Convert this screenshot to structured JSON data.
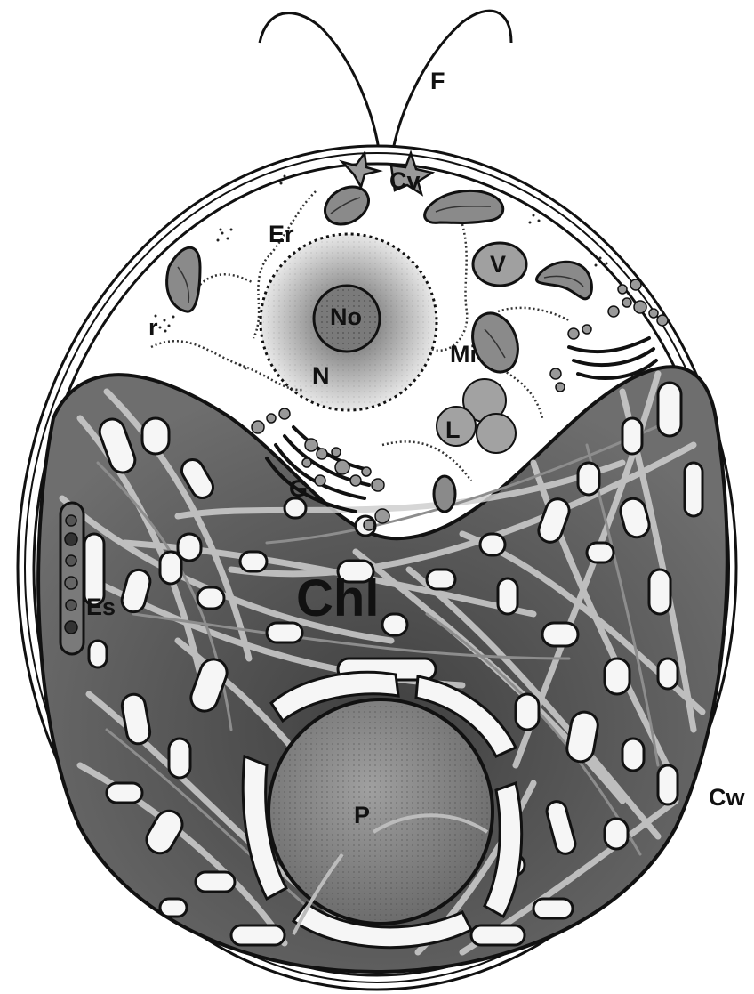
{
  "labels": {
    "flagella": "F",
    "contractile_vacuole": "Cv",
    "endoplasmic_reticulum": "Er",
    "vacuole": "V",
    "nucleolus": "No",
    "nucleus": "N",
    "ribosomes": "r",
    "mitochondria": "Mi",
    "lipid": "L",
    "golgi": "G",
    "chloroplast": "Chl",
    "eyespot": "Es",
    "pyrenoid": "P",
    "cell_wall": "Cw"
  },
  "colors": {
    "outline": "#111111",
    "chloroplast": "#5c5c5c",
    "thylakoid": "#bcbcbc",
    "pyrenoid": "#8a8a8a",
    "starch": "#f4f4f4",
    "cytoplasm": "#ffffff",
    "organelle": "#8c8c8c"
  }
}
